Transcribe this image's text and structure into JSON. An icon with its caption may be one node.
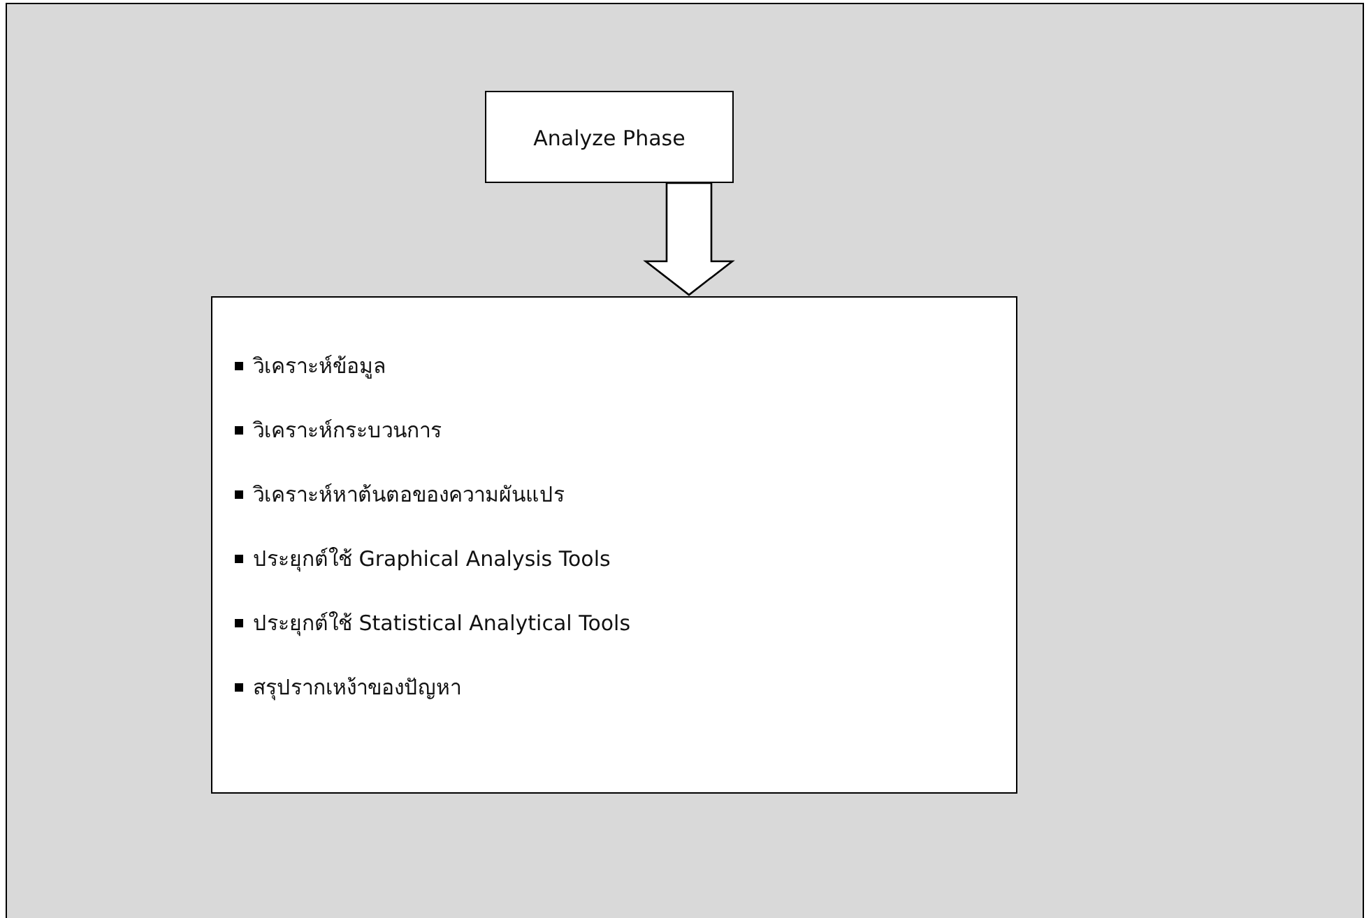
{
  "diagram": {
    "nodes": [
      {
        "text": [
          "Analyze Phase"
        ]
      },
      {
        "text": [
          "วิเคราะห์ข้อมูล",
          "วิเคราะห์กระบวนการ",
          "วิเคราะห์หาต้นตอของความผันแปร",
          "ประยุกต์ใช้ Graphical Analysis Tools",
          "ประยุกต์ใช้ Statistical Analytical Tools",
          "สรุปรากเหง้าของปัญหา"
        ]
      }
    ],
    "edges": [
      {
        "from": 0,
        "to": 1,
        "arrow": "to"
      }
    ]
  }
}
